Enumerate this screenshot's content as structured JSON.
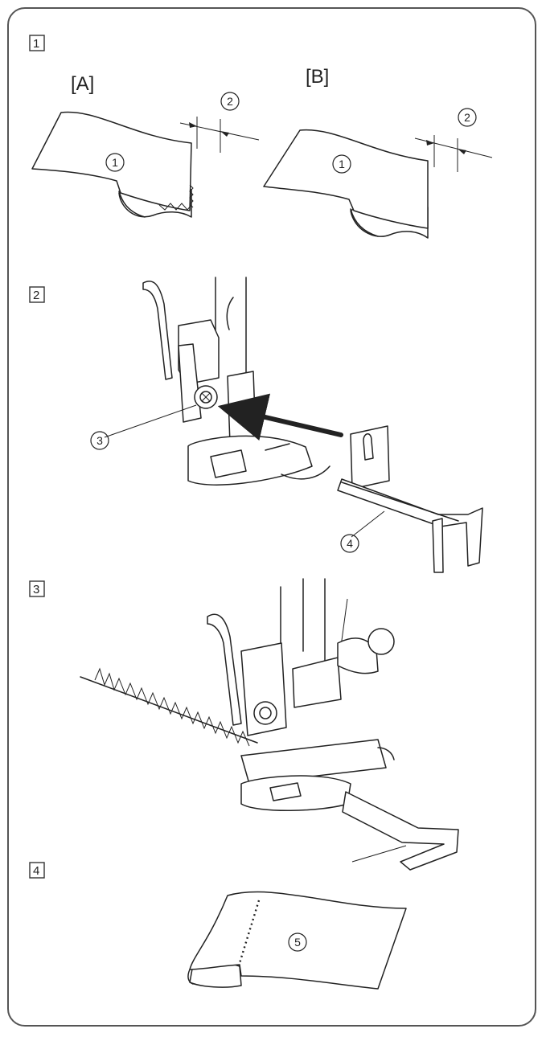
{
  "steps": [
    "1",
    "2",
    "3",
    "4"
  ],
  "variants": {
    "a": "[A]",
    "b": "[B]"
  },
  "callouts": {
    "fabric": "1",
    "seam_allowance": "2",
    "screw": "3",
    "guide": "4",
    "result": "5"
  }
}
